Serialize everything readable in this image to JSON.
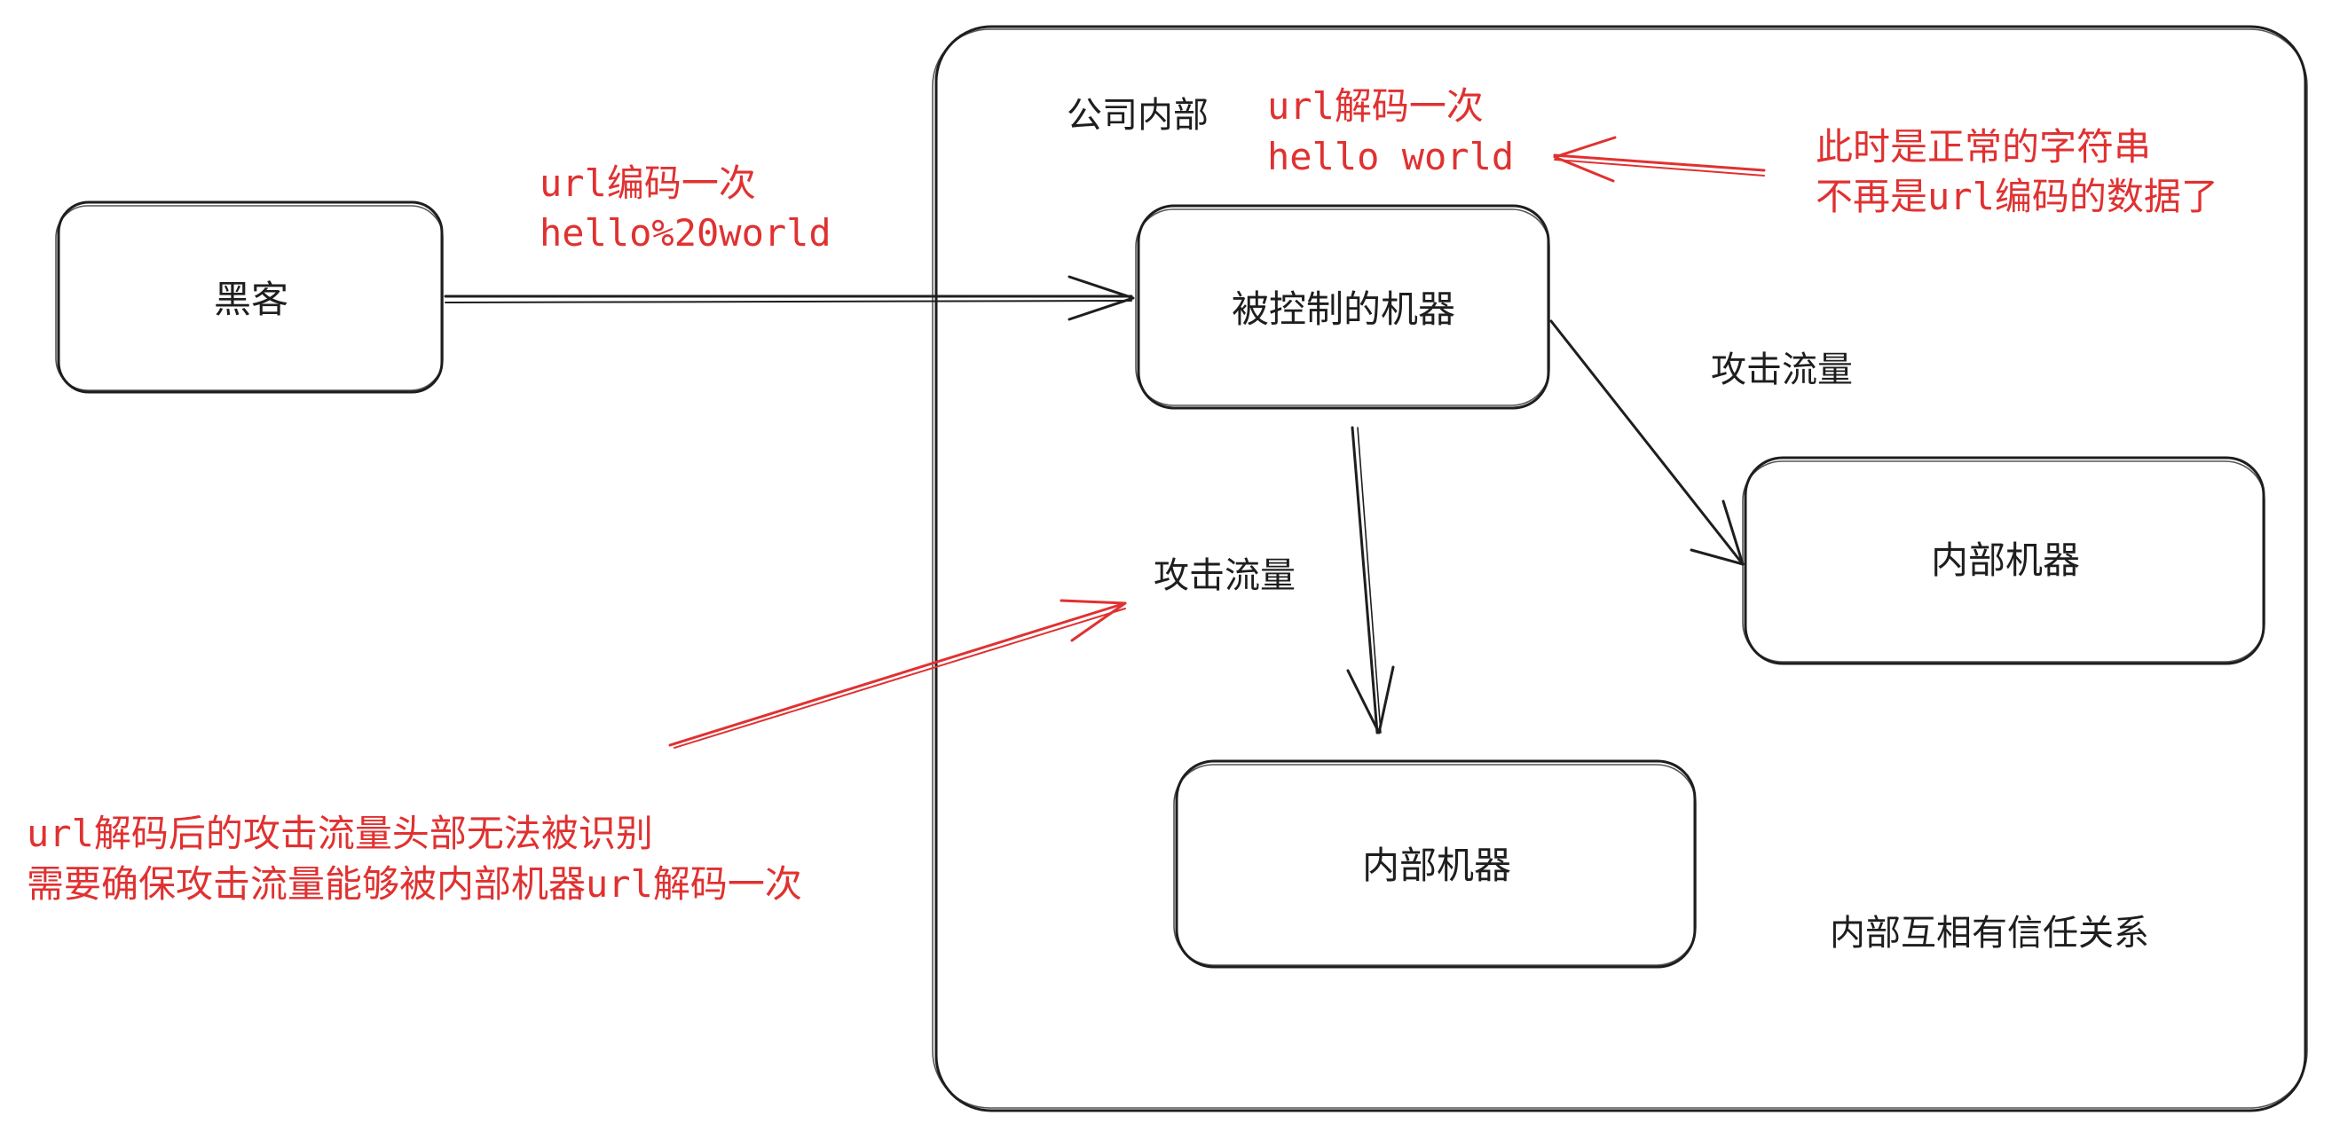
{
  "colors": {
    "ink": "#1e1e1e",
    "accent": "#e03131",
    "background": "#ffffff"
  },
  "nodes": {
    "hacker": "黑客",
    "controlled_machine": "被控制的机器",
    "internal_machine_right": "内部机器",
    "internal_machine_bottom": "内部机器"
  },
  "labels": {
    "company_internal": "公司内部",
    "attack_traffic_right": "攻击流量",
    "attack_traffic_down": "攻击流量",
    "internal_trust": "内部互相有信任关系"
  },
  "annotations": {
    "encode_once_line1": "url编码一次",
    "encode_once_line2": "hello%20world",
    "decode_once_line1": "url解码一次",
    "decode_once_line2": "hello world",
    "normal_string_line1": "此时是正常的字符串",
    "normal_string_line2": "不再是url编码的数据了",
    "header_problem_line1": "url解码后的攻击流量头部无法被识别",
    "header_problem_line2": "需要确保攻击流量能够被内部机器url解码一次"
  }
}
